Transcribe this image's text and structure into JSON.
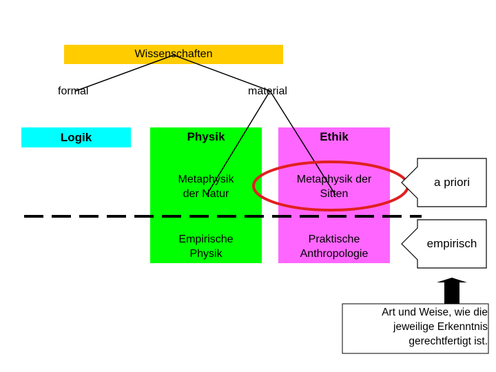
{
  "colors": {
    "wissenschaften": "#ffcc00",
    "logik": "#00ffff",
    "physik": "#00ff00",
    "ethik": "#ff66ff",
    "highlight_ellipse": "#e02020"
  },
  "top": {
    "title": "Wissenschaften"
  },
  "branches": {
    "formal": "formal",
    "material": "material"
  },
  "logik": {
    "label": "Logik"
  },
  "physik": {
    "header": "Physik",
    "metaphysik": [
      "Metaphysik",
      "der Natur"
    ],
    "empirisch": [
      "Empirische",
      "Physik"
    ]
  },
  "ethik": {
    "header": "Ethik",
    "metaphysik": [
      "Metaphysik der",
      "Sitten"
    ],
    "praktisch": [
      "Praktische",
      "Anthropologie"
    ]
  },
  "side_labels": {
    "a_priori": "a priori",
    "empirisch": "empirisch"
  },
  "note": {
    "lines": [
      "Art und Weise, wie die",
      "jeweilige Erkenntnis",
      "gerechtfertigt ist."
    ]
  }
}
